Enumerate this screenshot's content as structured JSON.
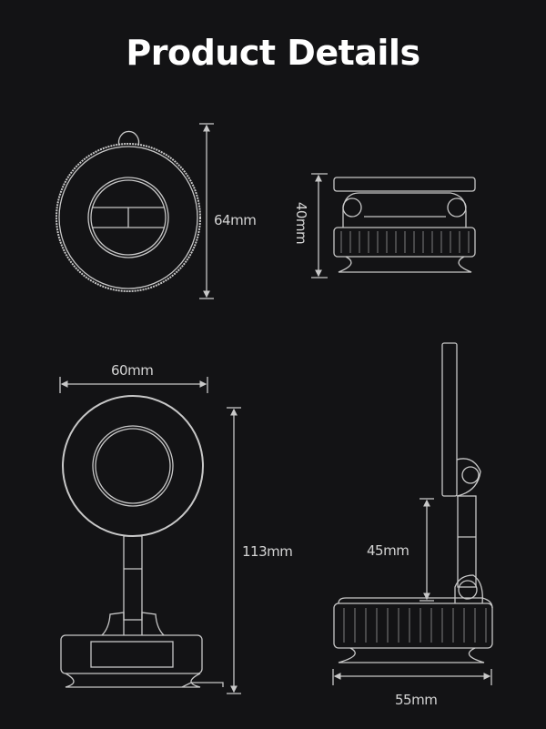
{
  "header": {
    "title": "Product Details"
  },
  "dimensions": {
    "front_height": "64mm",
    "side_height": "40mm",
    "front_width": "60mm",
    "front_total_height": "113mm",
    "arm_height": "45mm",
    "side_width": "55mm"
  },
  "colors": {
    "background": "#131315",
    "line": "#c8c8c8",
    "title": "#ffffff"
  }
}
